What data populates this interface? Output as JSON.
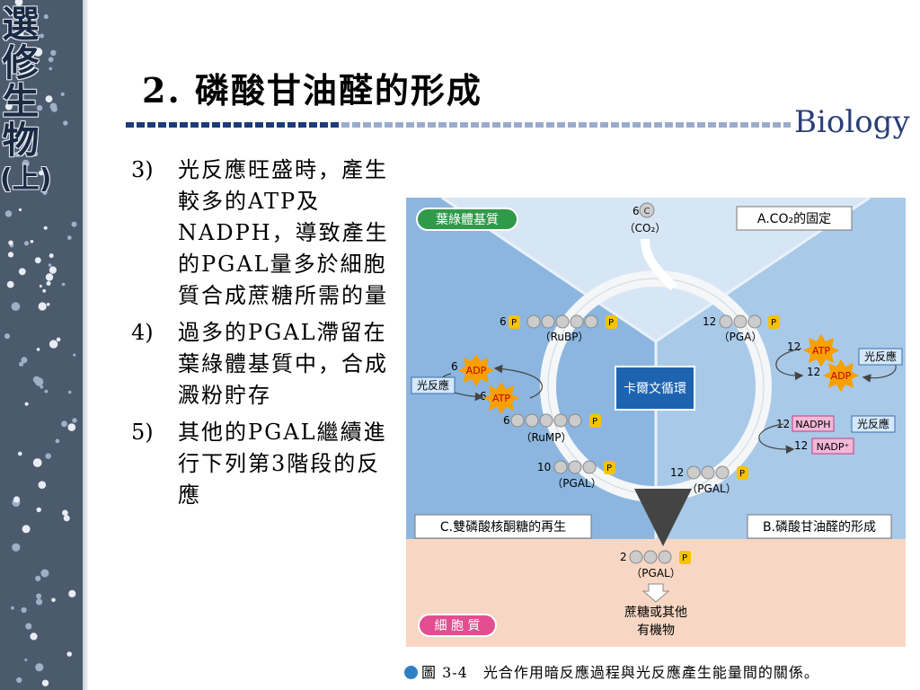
{
  "sidebar": {
    "vertical_title": [
      "選",
      "修",
      "生",
      "物",
      "(上)"
    ]
  },
  "header": {
    "title": "2. 磷酸甘油醛的形成",
    "brand": "Biology"
  },
  "content": {
    "items": [
      {
        "num": "3)",
        "text": "光反應旺盛時，產生較多的ATP及NADPH，導致產生的PGAL量多於細胞質合成蔗糖所需的量"
      },
      {
        "num": "4)",
        "text": "過多的PGAL滯留在葉綠體基質中，合成澱粉貯存"
      },
      {
        "num": "5)",
        "text": "其他的PGAL繼續進行下列第3階段的反應"
      }
    ]
  },
  "figure": {
    "stroma_label": "葉綠體基質",
    "cytoplasm_label": "細 胞 質",
    "section_a": "A.CO₂的固定",
    "section_b": "B.磷酸甘油醛的形成",
    "section_c": "C.雙磷酸核酮糖的再生",
    "center_label": "卡爾文循環",
    "co2_count": "6",
    "co2_c": "C",
    "co2_label": "（CO₂）",
    "rubp_count": "6",
    "rubp_label": "（RuBP）",
    "pga_count": "12",
    "pga_label": "（PGA）",
    "rump_count": "6",
    "rump_label": "（RuMP）",
    "pgal_left_count": "10",
    "pgal_left_label": "（PGAL）",
    "pgal_right_count": "12",
    "pgal_right_label": "（PGAL）",
    "pgal_out_count": "2",
    "pgal_out_label": "（PGAL）",
    "atp": "ATP",
    "adp": "ADP",
    "nadph": "NADPH",
    "nadp": "NADP⁺",
    "light_reaction": "光反應",
    "n12": "12",
    "n6": "6",
    "product": [
      "蔗糖或其他",
      "有機物"
    ],
    "c": "C",
    "p": "P"
  },
  "caption": {
    "text": "圖 3-4　光合作用暗反應過程與光反應產生能量間的關係。"
  }
}
